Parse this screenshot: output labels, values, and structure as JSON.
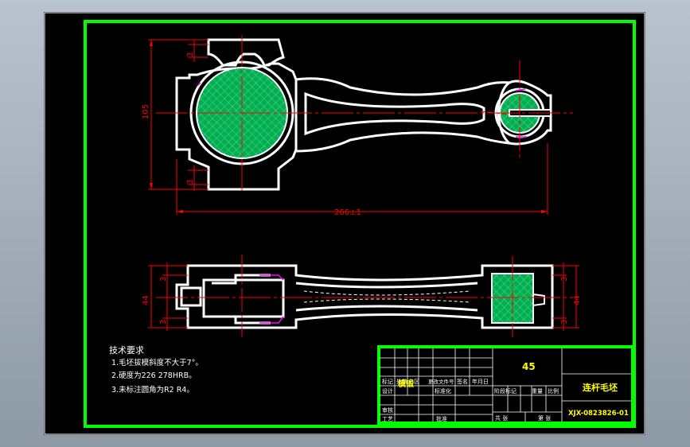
{
  "drawing": {
    "dimensions": {
      "overall_length": "266±1",
      "big_end_height": "105",
      "wall_top": "3",
      "wall_bottom": "3",
      "side_left_top": "3",
      "side_left_bottom": "3",
      "side_right_top": "3",
      "side_right_bottom": "3",
      "width_left": "44",
      "width_right": "44"
    },
    "notes": {
      "title": "技术要求",
      "items": [
        "1.毛坯拔模斜度不大于7°。",
        "2.硬度为226  278HRB。",
        "3.未标注圆角为R2    R4。"
      ]
    },
    "title_block": {
      "material": "45",
      "part_name": "连杆毛坯",
      "drawing_number": "XJX-0823826-01",
      "headers": [
        "标记",
        "处数",
        "分区",
        "更改文件号",
        "签名",
        "年月日"
      ],
      "row_design": "设计",
      "row_standardization": "标准化",
      "row_review": "审核",
      "row_process": "工艺",
      "row_approve": "批准",
      "stage_mark": "阶段标记",
      "weight": "重量",
      "scale": "比例",
      "sheets_total": "共 张",
      "sheet_no": "第 张",
      "stamp": "模锻"
    },
    "colors": {
      "background": "#000000",
      "frame": "#00ff00",
      "outline": "#ffffff",
      "dimension": "#ff0000",
      "hatch": "#00b050",
      "accent": "#ff00ff",
      "title_text": "#ffff00"
    }
  }
}
